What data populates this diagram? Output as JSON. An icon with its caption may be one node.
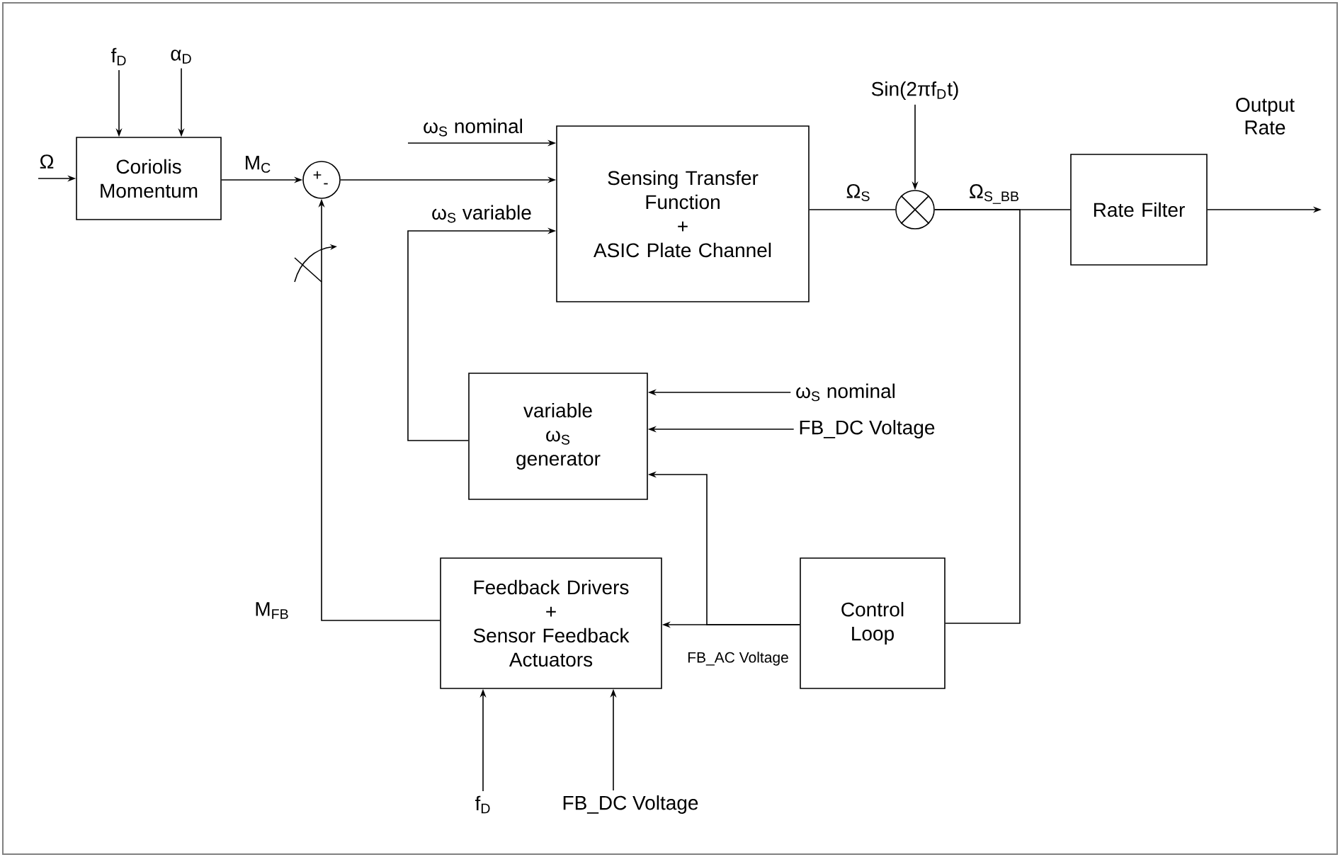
{
  "diagram": {
    "nodes": [
      {
        "text": [
          "f$_{D}$"
        ]
      },
      {
        "text": [
          "α$_{D}$"
        ]
      },
      {
        "text": [
          "Coriolis Momentum"
        ]
      },
      {
        "text": [
          "+",
          "-"
        ]
      },
      {
        "text": [
          "Sensing Transfer Function",
          "+",
          "ASIC Plate Channel"
        ]
      },
      {
        "text": [
          "Sin(2πf$_{D}$t)"
        ]
      },
      {
        "text": [],
        "shape": "circle"
      },
      {
        "text": [
          "Rate Filter"
        ]
      },
      {
        "text": [
          "variable",
          "ω$_{S}$",
          "generator"
        ]
      },
      {
        "text": [
          "ω$_{S}$ nominal"
        ]
      },
      {
        "text": [
          "FB_DC Voltage"
        ]
      },
      {
        "text": [
          "Feedback Drivers",
          "+",
          "Sensor Feedback Actuators"
        ]
      },
      {
        "text": [
          "Control Loop"
        ]
      },
      {
        "text": [
          "f$_{D}$"
        ]
      },
      {
        "text": [
          "FB_DC Voltage"
        ]
      }
    ],
    "edges": [
      {
        "from": 0,
        "to": 2,
        "arrow": "to"
      },
      {
        "from": 1,
        "to": 2,
        "arrow": "to"
      },
      {
        "from": null,
        "to": 2,
        "arrow": "to",
        "label": "Ω"
      },
      {
        "from": 2,
        "to": 3,
        "arrow": "to",
        "label": "M$_{C}$"
      },
      {
        "from": null,
        "to": 4,
        "arrow": "to",
        "label": "ω$_{S}$ nominal"
      },
      {
        "from": 3,
        "to": 4,
        "arrow": "to"
      },
      {
        "from": 8,
        "to": 4,
        "arrow": "to",
        "label": "ω$_{S}$ variable"
      },
      {
        "from": 4,
        "to": 6,
        "arrow": "none",
        "label": "Ω$_{S}$"
      },
      {
        "from": 5,
        "to": 6,
        "arrow": "to"
      },
      {
        "from": 6,
        "to": 7,
        "arrow": "none",
        "label": "Ω$_{S_BB}$"
      },
      {
        "from": 7,
        "to": null,
        "arrow": "to",
        "label": "Output Rate"
      },
      {
        "from": 6,
        "to": 12,
        "arrow": "none"
      },
      {
        "from": 9,
        "to": 8,
        "arrow": "to"
      },
      {
        "from": 10,
        "to": 8,
        "arrow": "to"
      },
      {
        "from": 12,
        "to": 11,
        "arrow": "to",
        "label": "FB_AC Voltage"
      },
      {
        "from": 12,
        "to": 8,
        "arrow": "to"
      },
      {
        "from": 11,
        "to": 3,
        "arrow": "to",
        "label": "M$_{FB}$"
      },
      {
        "from": 13,
        "to": 11,
        "arrow": "to"
      },
      {
        "from": 14,
        "to": 11,
        "arrow": "to"
      }
    ]
  }
}
